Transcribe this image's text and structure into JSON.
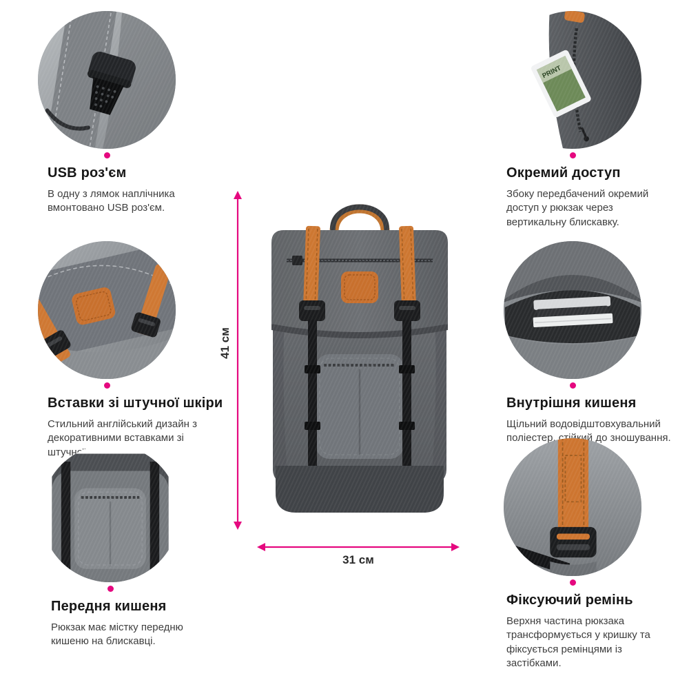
{
  "accent_color": "#e5087f",
  "orange_color": "#c8702d",
  "dimensions": {
    "height": "41 см",
    "width": "31 см"
  },
  "features": {
    "left": [
      {
        "title": "USB роз'єм",
        "body": "В одну з лямок наплічника вмонтовано USB роз'єм."
      },
      {
        "title": "Вставки зі штучної шкіри",
        "body": "Стильний англійський дизайн з декоративними вставками зі штучної шкіри."
      },
      {
        "title": "Передня кишеня",
        "body": "Рюкзак має містку передню кишеню на блискавці."
      }
    ],
    "right": [
      {
        "title": "Окремий доступ",
        "body": "Збоку передбачений окремий доступ у рюкзак через вертикальну блискавку."
      },
      {
        "title": "Внутрішня кишеня",
        "body": "Щільний водовідштовхувальний поліестер, стійкий до зношування."
      },
      {
        "title": "Фіксуючий ремінь",
        "body": "Верхня частина рюкзака трансформується у кришку та фіксується ремінцями із застібками."
      }
    ]
  },
  "photos": {
    "magazine_text": "PRINT"
  }
}
